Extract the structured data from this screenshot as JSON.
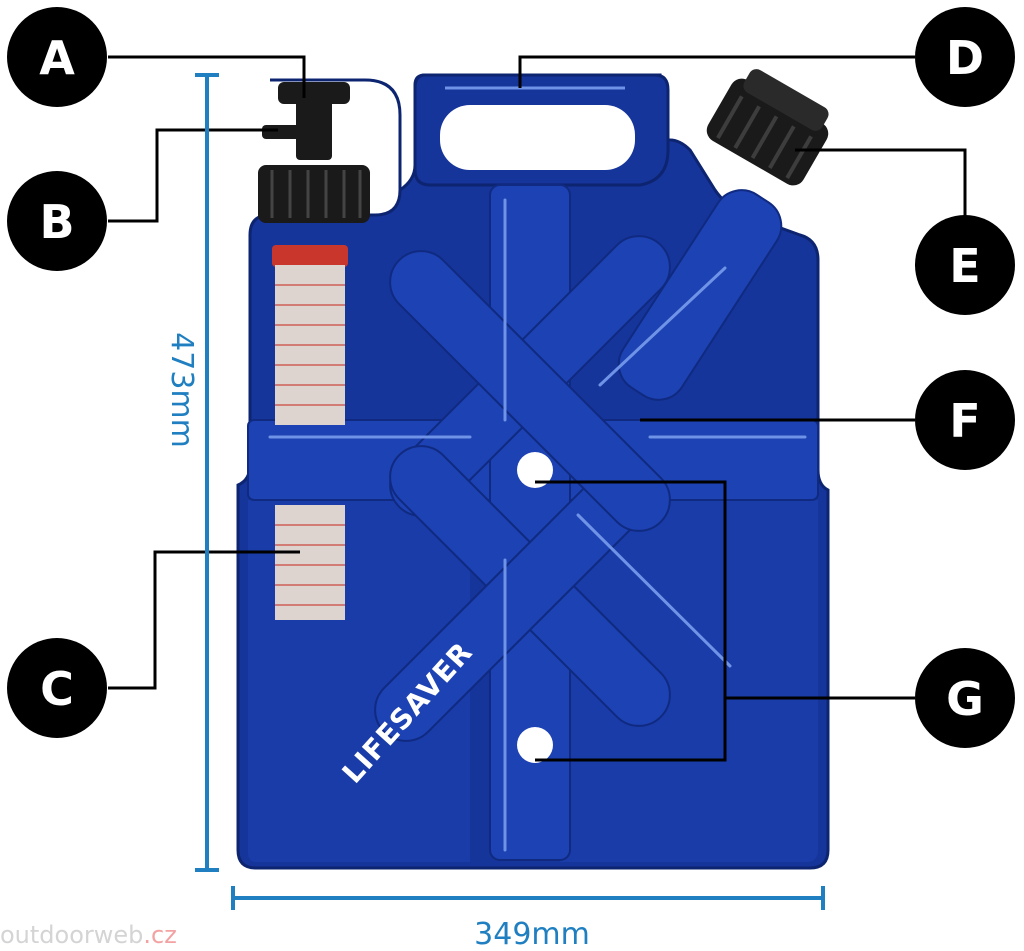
{
  "colors": {
    "can_body": "#16359a",
    "can_dark": "#0f2a80",
    "can_rib": "#1d42b3",
    "can_highlight": "#6f93e6",
    "dimension": "#1f7fc0",
    "callout_fill": "#000000",
    "callout_text": "#ffffff",
    "filter_red": "#c9362b",
    "filter_mesh": "#ddd3cf",
    "cap_black": "#1a1a1a"
  },
  "callouts": [
    {
      "id": "A",
      "label": "A"
    },
    {
      "id": "B",
      "label": "B"
    },
    {
      "id": "C",
      "label": "C"
    },
    {
      "id": "D",
      "label": "D"
    },
    {
      "id": "E",
      "label": "E"
    },
    {
      "id": "F",
      "label": "F"
    },
    {
      "id": "G",
      "label": "G"
    }
  ],
  "dimensions": {
    "height": "473mm",
    "width": "349mm"
  },
  "brand": {
    "name": "LIFESAVER"
  },
  "watermark": {
    "text": "outdoorweb",
    "tld": ".cz"
  }
}
